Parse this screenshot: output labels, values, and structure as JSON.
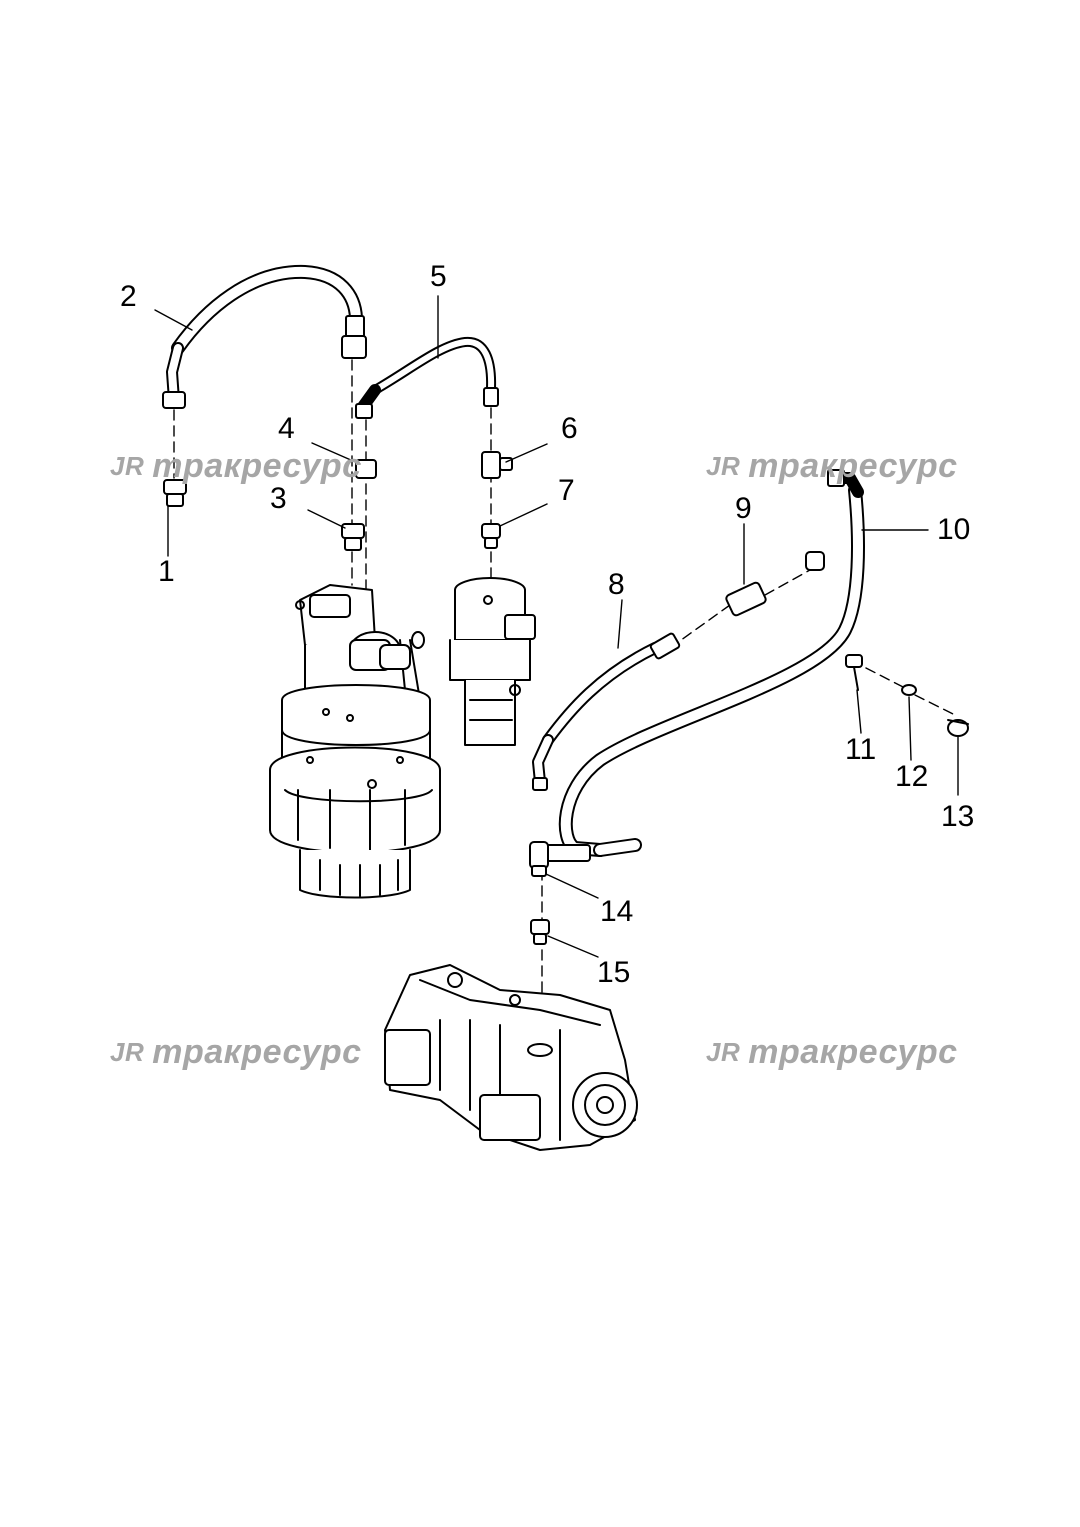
{
  "callouts": [
    "1",
    "2",
    "3",
    "4",
    "5",
    "6",
    "7",
    "8",
    "9",
    "10",
    "11",
    "12",
    "13",
    "14",
    "15"
  ],
  "watermark": {
    "logo": "JR",
    "text": "тракресурс"
  },
  "colors": {
    "line": "#000000",
    "watermark": "#a6a6a6",
    "background": "#ffffff"
  }
}
